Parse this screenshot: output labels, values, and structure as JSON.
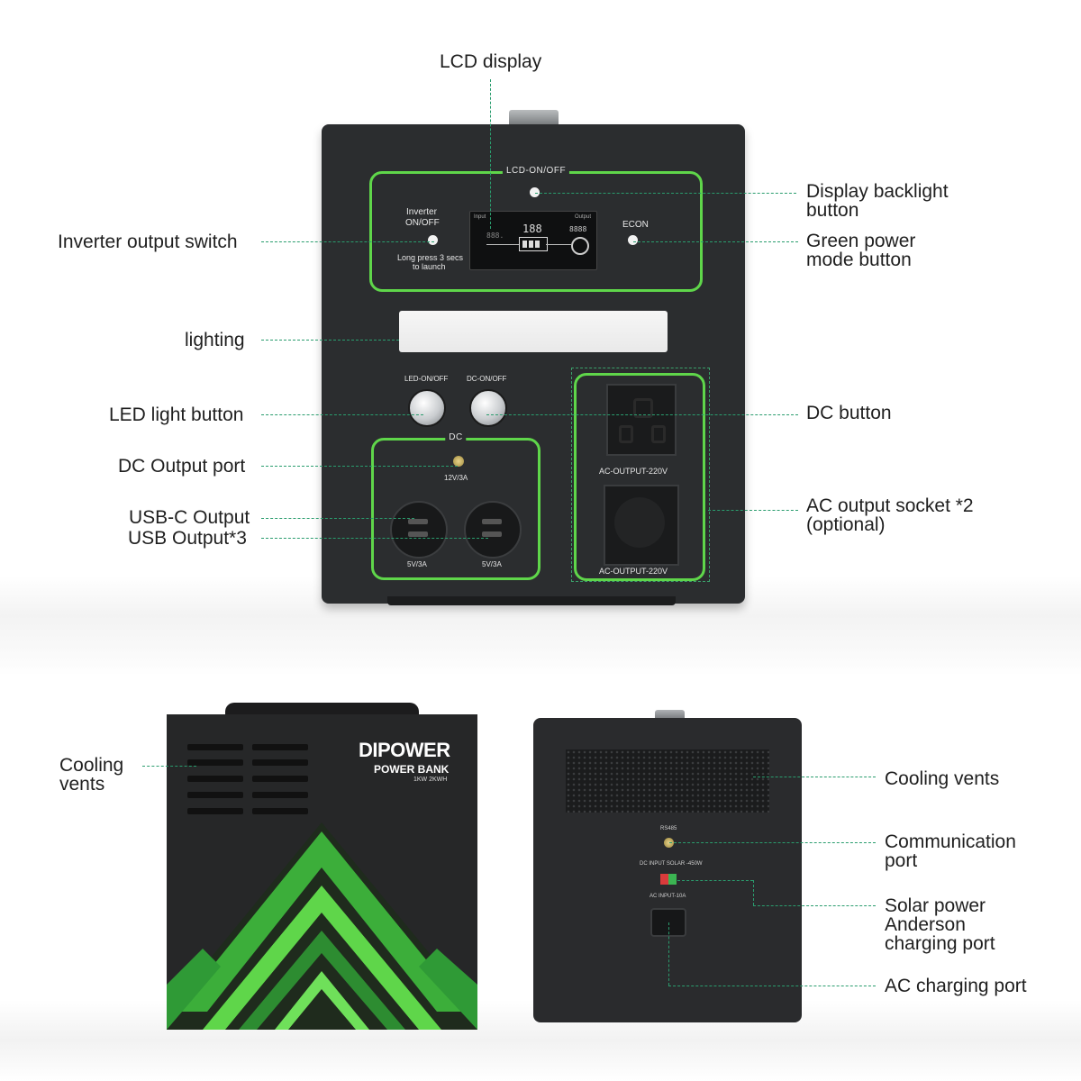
{
  "colors": {
    "accent_green": "#5fd64a",
    "leader_green": "#2a9d6e",
    "device_body": "#2b2d2f"
  },
  "front_panel": {
    "lcd_caption": "LCD-ON/OFF",
    "inverter_label_line1": "Inverter",
    "inverter_label_line2": "ON/OFF",
    "long_press_line1": "Long press 3 secs",
    "long_press_line2": "to launch",
    "econ_label": "ECON",
    "led_button_label": "LED-ON/OFF",
    "dc_button_label": "DC-ON/OFF",
    "dc_caption": "DC",
    "dc_port_rating": "12V/3A",
    "usb_left_rating": "5V/3A",
    "usb_right_rating": "5V/3A",
    "ac_top_label": "AC-OUTPUT-220V",
    "ac_bottom_label": "AC-OUTPUT-220V",
    "lcd_digits_center": "188",
    "lcd_digits_right": "8888",
    "lcd_digits_left": "888.",
    "lcd_input_label": "Input",
    "lcd_output_label": "Output"
  },
  "left_unit": {
    "brand": "DIPOWER",
    "product": "POWER BANK",
    "capacity": "1KW 2KWH"
  },
  "right_unit": {
    "rs485_label": "RS485",
    "dc_input_label": "DC INPUT SOLAR -450W",
    "ac_input_label": "AC INPUT-10A"
  },
  "labels": {
    "lcd_display": "LCD display",
    "display_backlight_1": "Display backlight",
    "display_backlight_2": "button",
    "inverter_switch": "Inverter output switch",
    "green_mode_1": "Green power",
    "green_mode_2": "mode button",
    "lighting": "lighting",
    "led_light_button": "LED light button",
    "dc_button": "DC button",
    "dc_output_port": "DC Output port",
    "usbc_output": "USB-C Output",
    "usb_output": "USB Output*3",
    "ac_socket_1": "AC output socket *2",
    "ac_socket_2": "(optional)",
    "cooling_left_1": "Cooling",
    "cooling_left_2": "vents",
    "cooling_right": "Cooling vents",
    "comm_port_1": "Communication",
    "comm_port_2": "port",
    "solar_1": "Solar power",
    "solar_2": "Anderson",
    "solar_3": "charging port",
    "ac_charging": "AC charging port"
  }
}
